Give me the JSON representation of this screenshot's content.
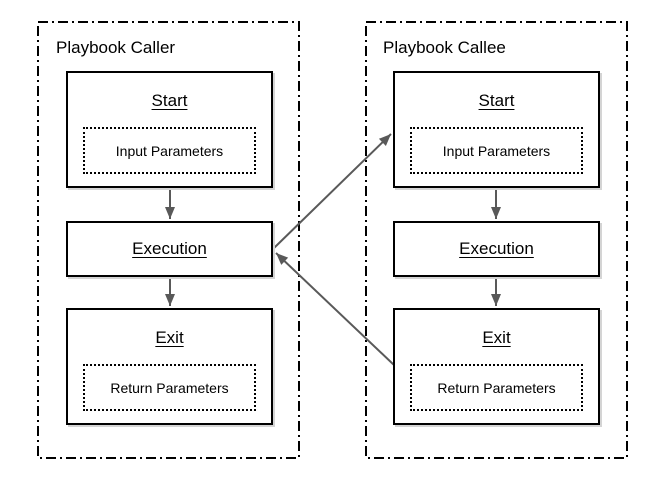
{
  "diagram": {
    "background_color": "#ffffff",
    "box_border_color": "#000000",
    "arrow_color": "#595959",
    "shadow_color": "#d4d4d4",
    "containers": [
      {
        "id": "caller",
        "title": "Playbook Caller",
        "nodes": [
          {
            "label": "Start",
            "sublabel": "Input Parameters"
          },
          {
            "label": "Execution"
          },
          {
            "label": "Exit",
            "sublabel": "Return Parameters"
          }
        ]
      },
      {
        "id": "callee",
        "title": "Playbook Callee",
        "nodes": [
          {
            "label": "Start",
            "sublabel": "Input Parameters"
          },
          {
            "label": "Execution"
          },
          {
            "label": "Exit",
            "sublabel": "Return Parameters"
          }
        ]
      }
    ],
    "edges": [
      {
        "from": "caller.start",
        "to": "caller.execution"
      },
      {
        "from": "caller.execution",
        "to": "caller.exit"
      },
      {
        "from": "callee.start",
        "to": "callee.execution"
      },
      {
        "from": "callee.execution",
        "to": "callee.exit"
      },
      {
        "from": "caller.execution",
        "to": "callee.start"
      },
      {
        "from": "callee.exit",
        "to": "caller.execution"
      }
    ]
  }
}
